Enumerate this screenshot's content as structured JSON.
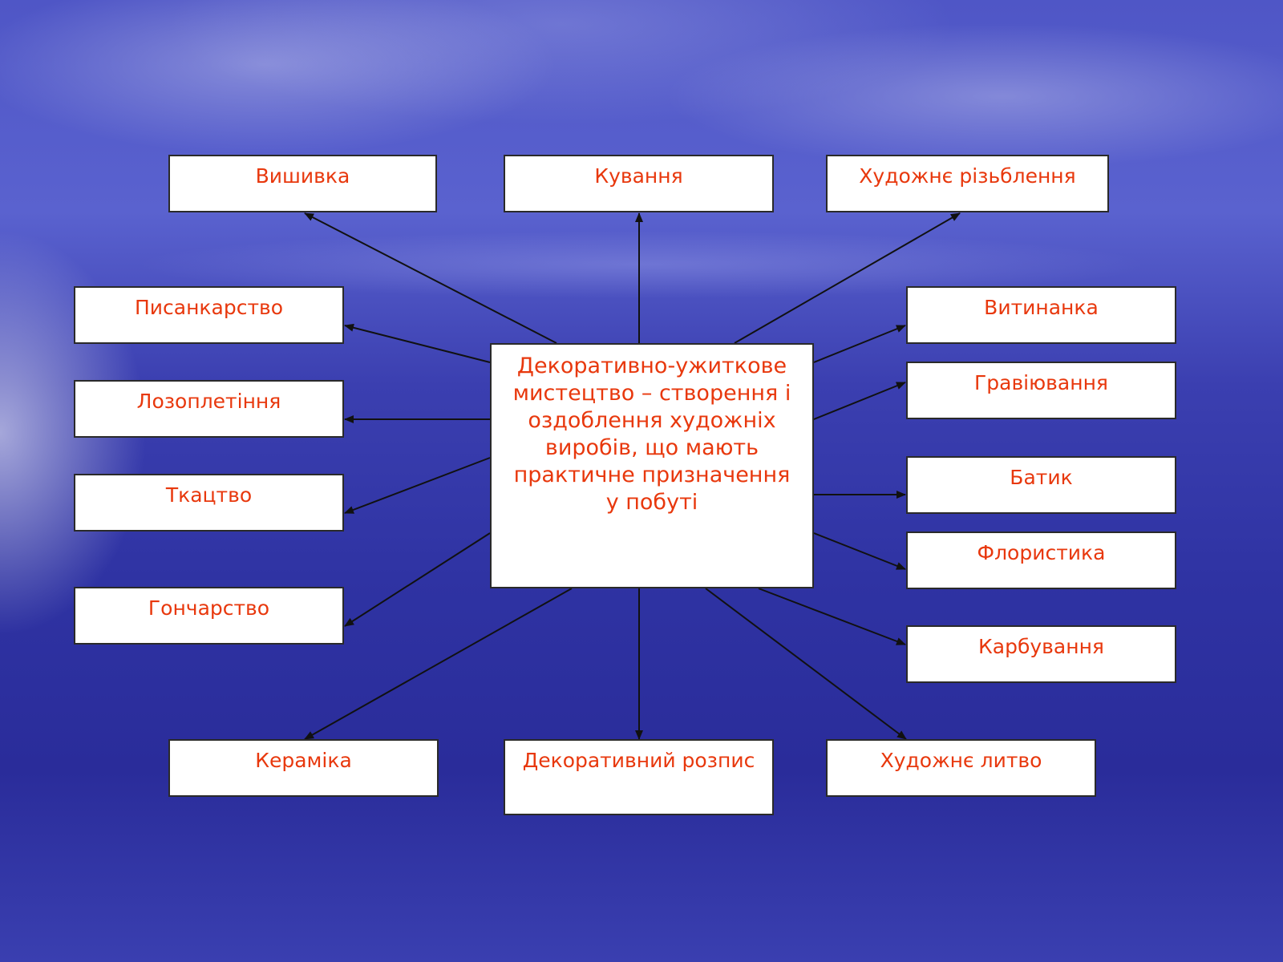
{
  "center": {
    "text": "Декоративно-ужиткове мистецтво – створення і оздоблення художніх виробів, що мають практичне призначення у побуті"
  },
  "nodes": [
    {
      "id": "vyshyvka",
      "label": "Вишивка"
    },
    {
      "id": "kuvannia",
      "label": "Кування"
    },
    {
      "id": "khudozhnie-rizblennia",
      "label": "Художнє різьблення"
    },
    {
      "id": "pysankarstvo",
      "label": "Писанкарство"
    },
    {
      "id": "lozopletinnia",
      "label": "Лозоплетіння"
    },
    {
      "id": "tkatstvo",
      "label": "Ткацтво"
    },
    {
      "id": "goncharstvo",
      "label": "Гончарство"
    },
    {
      "id": "vytynanka",
      "label": "Витинанка"
    },
    {
      "id": "graviiuvannia",
      "label": "Гравіювання"
    },
    {
      "id": "batyk",
      "label": "Батик"
    },
    {
      "id": "florystyka",
      "label": "Флористика"
    },
    {
      "id": "karbuvannia",
      "label": "Карбування"
    },
    {
      "id": "keramika",
      "label": "Кераміка"
    },
    {
      "id": "dekoratyvnyi-rozpys",
      "label": "Декоративний розпис"
    },
    {
      "id": "khudozhnie-lytvo",
      "label": "Художнє литво"
    }
  ],
  "edges": [
    {
      "from": "center",
      "to": "vyshyvka"
    },
    {
      "from": "center",
      "to": "kuvannia"
    },
    {
      "from": "center",
      "to": "khudozhnie-rizblennia"
    },
    {
      "from": "center",
      "to": "pysankarstvo"
    },
    {
      "from": "center",
      "to": "lozopletinnia"
    },
    {
      "from": "center",
      "to": "tkatstvo"
    },
    {
      "from": "center",
      "to": "goncharstvo"
    },
    {
      "from": "center",
      "to": "vytynanka"
    },
    {
      "from": "center",
      "to": "graviiuvannia"
    },
    {
      "from": "center",
      "to": "batyk"
    },
    {
      "from": "center",
      "to": "florystyka"
    },
    {
      "from": "center",
      "to": "karbuvannia"
    },
    {
      "from": "center",
      "to": "keramika"
    },
    {
      "from": "center",
      "to": "dekoratyvnyi-rozpys"
    },
    {
      "from": "center",
      "to": "khudozhnie-lytvo"
    }
  ],
  "colors": {
    "label_text": "#e8380d",
    "box_fill": "#ffffff",
    "box_border": "#2a2a2a",
    "arrow": "#111111"
  }
}
